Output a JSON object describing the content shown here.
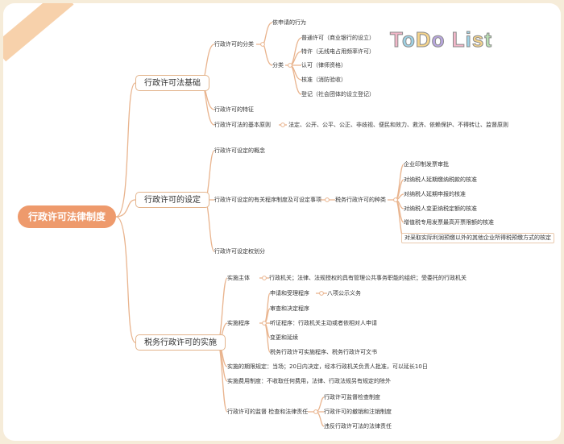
{
  "root": {
    "label": "行政许可法律制度"
  },
  "decoration": {
    "todo_letters": [
      "T",
      "o",
      "D",
      "o",
      " ",
      "L",
      "i",
      "s",
      "t"
    ],
    "todo_colors": [
      "#f3b7c9",
      "#9fd3e6",
      "#f6d58c",
      "#b9a7e0",
      "",
      "#f3b7c9",
      "#9fd3e6",
      "#f6d58c",
      "#b9e0b3"
    ]
  },
  "branches": {
    "basics": {
      "label": "行政许可法基础",
      "classification": {
        "label": "行政许可的分类",
        "by_application": "依申请的行为",
        "kinds": {
          "label": "分类",
          "items": [
            "普通许可（商业银行的设立）",
            "特许（无线电占用频率许可）",
            "认可（律师资格）",
            "核准（消防验收）",
            "登记（社会团体的设立登记）"
          ]
        }
      },
      "features": "行政许可的特征",
      "principles": {
        "label": "行政许可法的基本原则",
        "value": "法定、公开、公平、公正、非歧视、便民和效力、救济、依赖保护、不得转让、监督原则"
      }
    },
    "establishment": {
      "label": "行政许可的设定",
      "concept": "行政许可设定的概念",
      "related": {
        "label": "行政许可设定的有关程序制度及可设定事项",
        "tax_kinds": {
          "label": "税务行政许可的种类",
          "items": [
            "企业印制发票审批",
            "对纳税人延期缴纳税款的核准",
            "对纳税人延期申报的核准",
            "对纳税人变更纳税定额的核准",
            "增值税专用发票最高开票限额的核准",
            "对采取实际利润预缴以外的其他企业所得税预缴方式的核定"
          ]
        }
      },
      "power_division": "行政许可设定权划分"
    },
    "implementation": {
      "label": "税务行政许可的实施",
      "subject": {
        "label": "实施主体",
        "value": "行政机关；法律、法规授权的具有管理公共事务职能的组织；受委托的行政机关"
      },
      "procedure": {
        "label": "实施程序",
        "items": [
          "申请和受理程序",
          "审查和决定程序",
          "听证程序：行政机关主动或者依相对人申请",
          "变更和延续",
          "税务行政许可实施程序、税务行政许可文书"
        ],
        "publicity": "八项公示义务"
      },
      "deadline": "实施的期限规定：当场；20日内决定，经本行政机关负责人批准，可以延长10日",
      "fee": "实施费用制度：不收取任何费用，法律、行政法规另有规定的除外",
      "supervision": {
        "label": "行政许可的监督 检查和法律责任",
        "items": [
          "行政许可监督检查制度",
          "行政许可的撤销和注销制度",
          "违反行政许可法的法律责任"
        ]
      }
    }
  }
}
